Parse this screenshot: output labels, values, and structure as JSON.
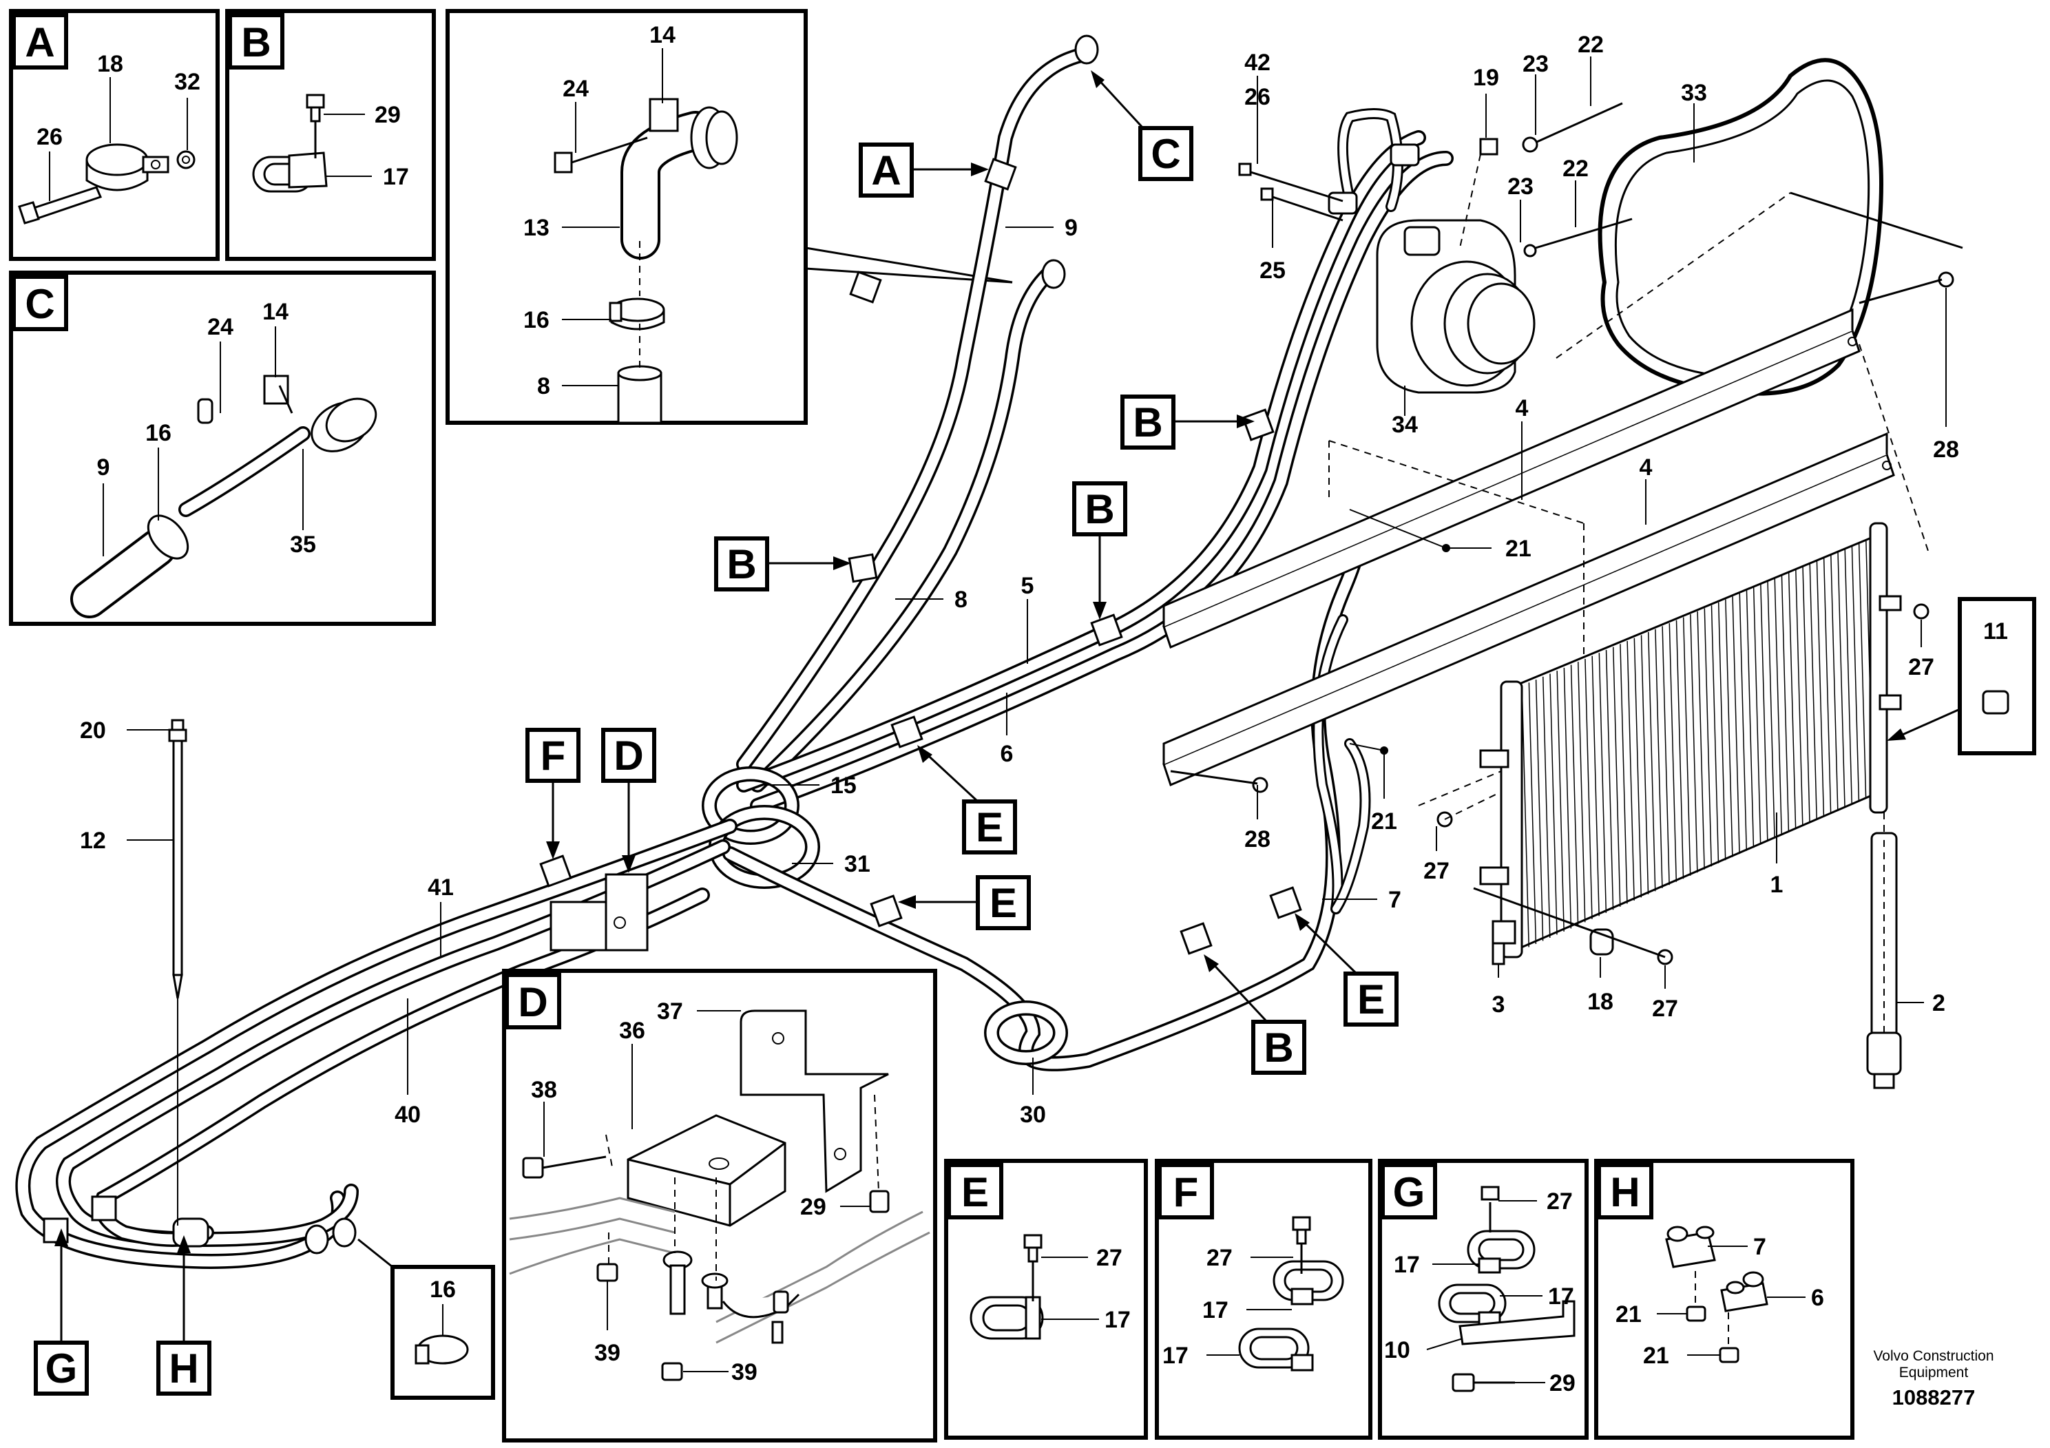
{
  "labels": {
    "A": "A",
    "B": "B",
    "C": "C",
    "D": "D",
    "E": "E",
    "F": "F",
    "G": "G",
    "H": "H"
  },
  "numbers": {
    "n1": "1",
    "n2": "2",
    "n3": "3",
    "n4": "4",
    "n5": "5",
    "n6": "6",
    "n7": "7",
    "n8": "8",
    "n9": "9",
    "n10": "10",
    "n11": "11",
    "n12": "12",
    "n13": "13",
    "n14": "14",
    "n15": "15",
    "n16": "16",
    "n17": "17",
    "n18": "18",
    "n19": "19",
    "n20": "20",
    "n21": "21",
    "n22": "22",
    "n23": "23",
    "n24": "24",
    "n25": "25",
    "n26": "26",
    "n27": "27",
    "n28": "28",
    "n29": "29",
    "n30": "30",
    "n31": "31",
    "n32": "32",
    "n33": "33",
    "n34": "34",
    "n35": "35",
    "n36": "36",
    "n37": "37",
    "n38": "38",
    "n39": "39",
    "n40": "40",
    "n41": "41",
    "n42": "42"
  },
  "footer": {
    "brand_line1": "Volvo Construction",
    "brand_line2": "Equipment",
    "drawing_number": "1088277"
  }
}
